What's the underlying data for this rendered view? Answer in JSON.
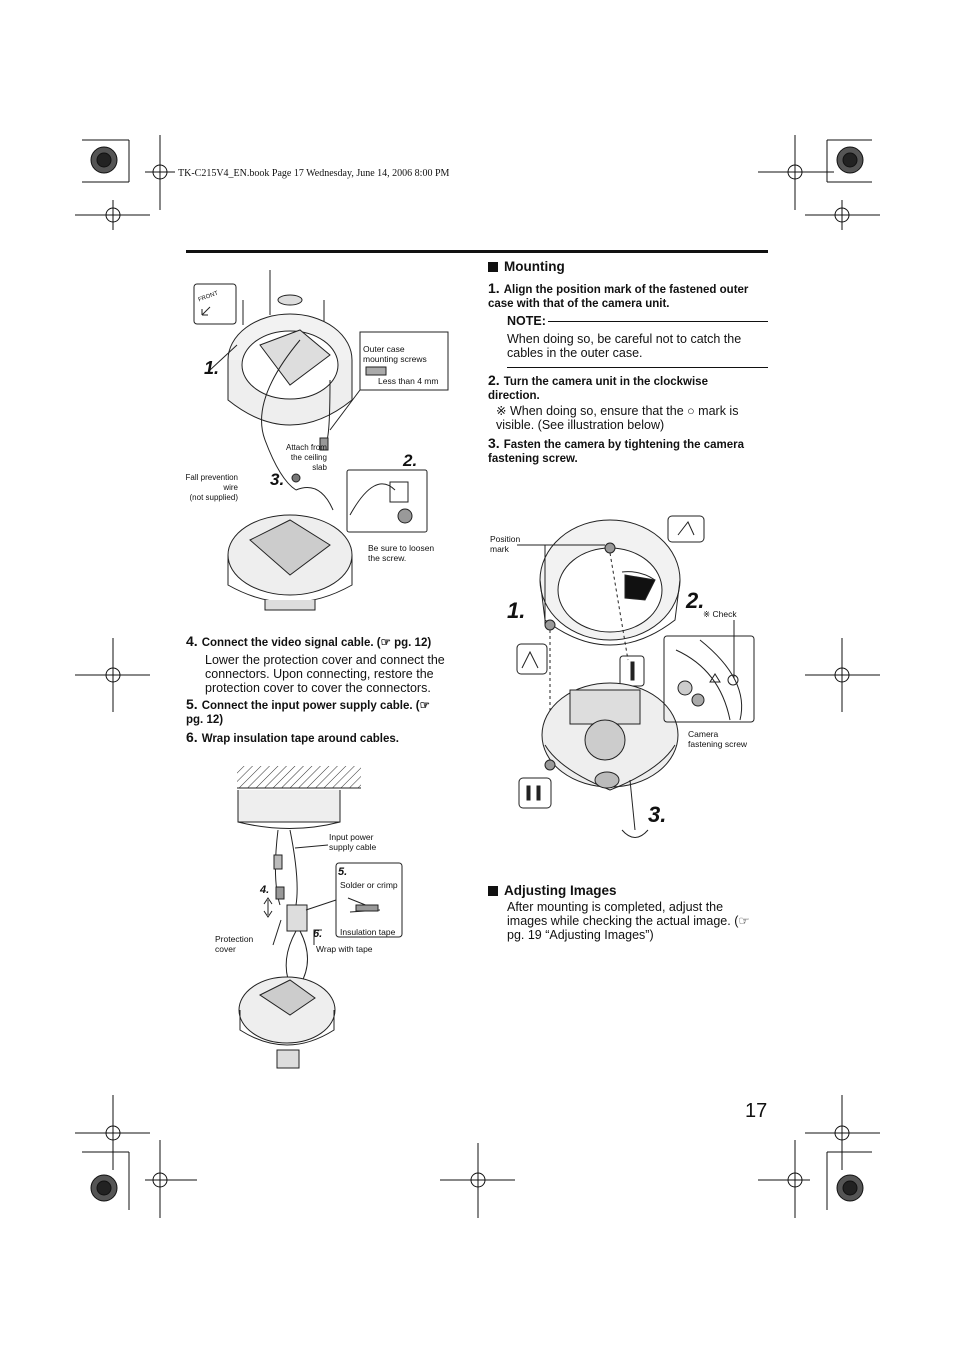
{
  "header": {
    "file_info": "TK-C215V4_EN.book  Page 17  Wednesday, June 14, 2006  8:00 PM"
  },
  "page_number": "17",
  "fig1": {
    "outer_case_screws": "Outer case\nmounting screws",
    "less_than": "Less than 4 mm",
    "attach_from": "Attach from\nthe ceiling\nslab",
    "fall_wire": "Fall prevention\nwire\n(not supplied)",
    "loosen": "Be sure to loosen\nthe screw.",
    "n1": "1.",
    "n2": "2.",
    "n3": "3.",
    "front_mark": "FRONT"
  },
  "steps_left": [
    {
      "num": "4.",
      "title": "Connect the video signal cable. (☞ pg. 12)",
      "body": "Lower the protection cover and connect the connectors. Upon connecting, restore the protection cover to cover the connectors."
    },
    {
      "num": "5.",
      "title": "Connect the input power supply cable. (☞ pg. 12)"
    },
    {
      "num": "6.",
      "title": "Wrap insulation tape around cables."
    }
  ],
  "fig2": {
    "input_power": "Input power\nsupply cable",
    "n5": "5.",
    "solder": "Solder or crimp",
    "insulation": "Insulation tape",
    "n4": "4.",
    "protection": "Protection\ncover",
    "n6": "6.",
    "wrap": "Wrap with tape"
  },
  "mounting": {
    "heading": "Mounting",
    "steps": [
      {
        "num": "1.",
        "title": "Align the position mark of the fastened outer case with that of the camera unit."
      },
      {
        "num": "2.",
        "title": "Turn the camera unit in the clockwise direction."
      },
      {
        "num": "3.",
        "title": "Fasten the camera by tightening the camera fastening screw."
      }
    ],
    "note_label": "NOTE:",
    "note_text": "When doing so, be careful not to catch the cables in the outer case.",
    "step2_note": "※ When doing so, ensure that the ○ mark is visible. (See illustration below)"
  },
  "fig3": {
    "position_mark": "Position\nmark",
    "check": "※ Check",
    "camera_screw": "Camera\nfastening screw",
    "n1": "1.",
    "n2": "2.",
    "n3": "3."
  },
  "adjusting": {
    "heading": "Adjusting Images",
    "body": "After mounting is completed, adjust the images while checking the actual image. (☞ pg. 19 “Adjusting Images”)"
  }
}
